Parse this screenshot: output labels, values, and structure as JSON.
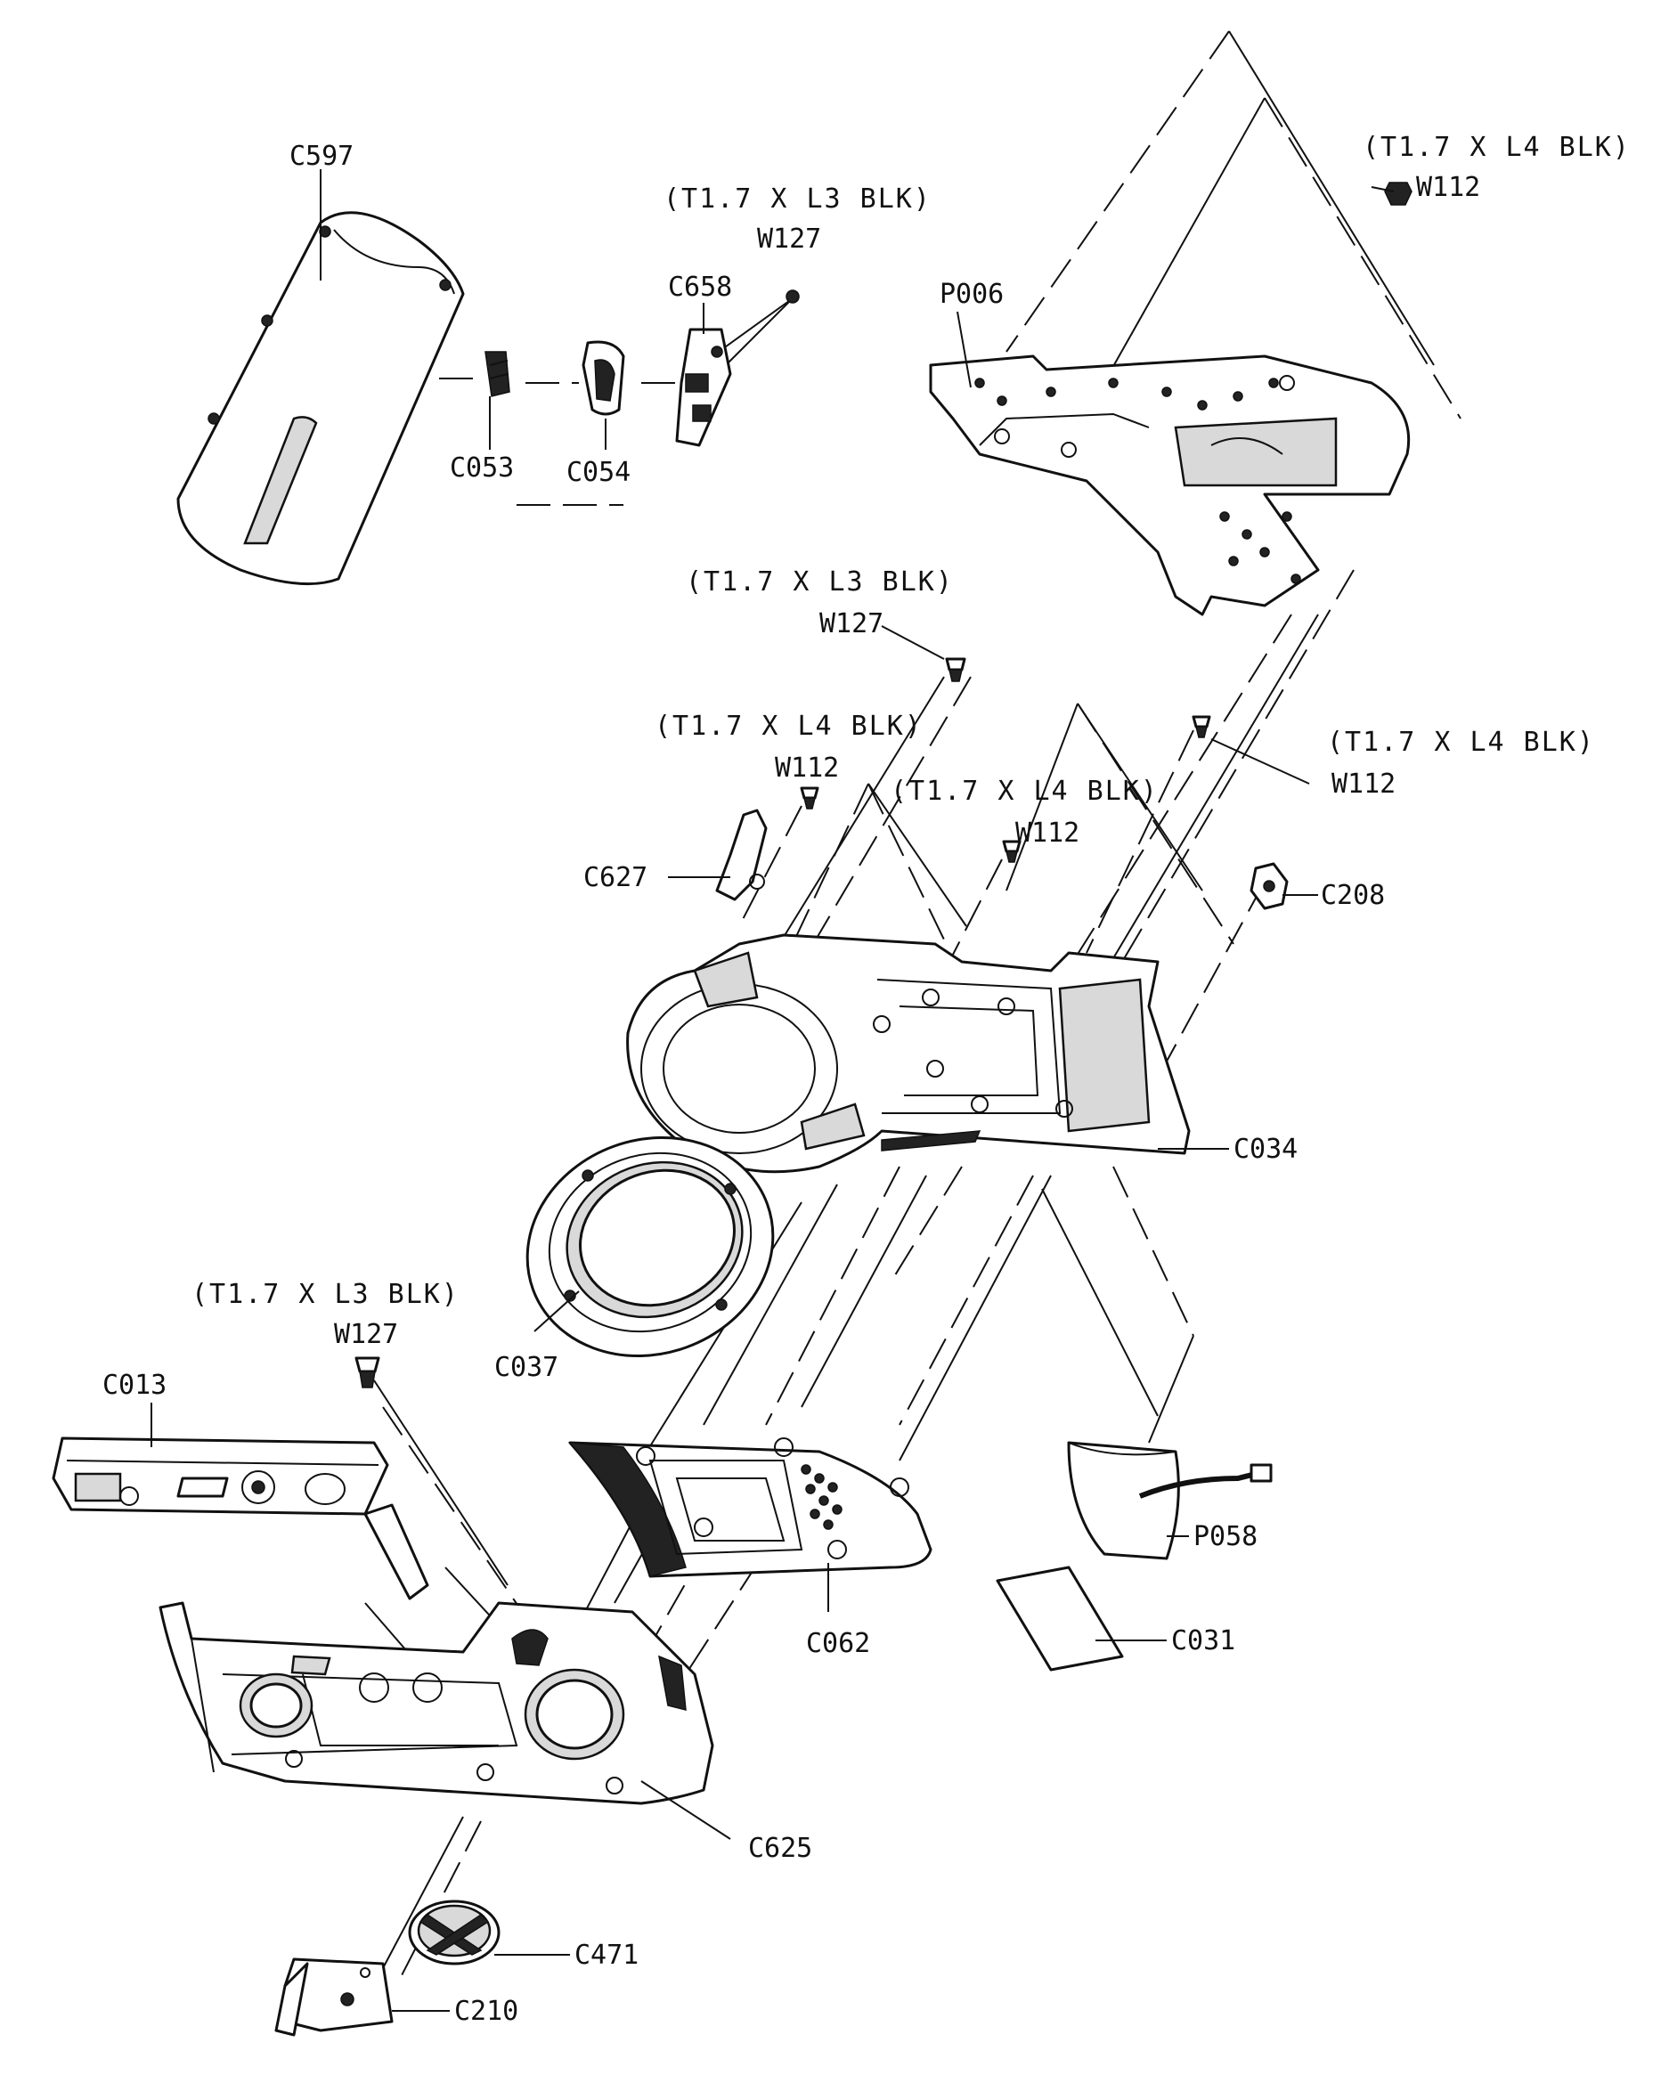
{
  "parts": {
    "c597": "C597",
    "c053": "C053",
    "c054": "C054",
    "c658": "C658",
    "p006": "P006",
    "c627": "C627",
    "c208": "C208",
    "c034": "C034",
    "c037": "C037",
    "c013": "C013",
    "c062": "C062",
    "p058": "P058",
    "c031": "C031",
    "c625": "C625",
    "c471": "C471",
    "c210": "C210"
  },
  "screws": [
    {
      "code": "W127",
      "spec": "(T1.7 X L3 BLK)"
    },
    {
      "code": "W112",
      "spec": "(T1.7 X L4 BLK)"
    },
    {
      "code": "W127",
      "spec": "(T1.7 X L3 BLK)"
    },
    {
      "code": "W112",
      "spec": "(T1.7 X L4 BLK)"
    },
    {
      "code": "W112",
      "spec": "(T1.7 X L4 BLK)"
    },
    {
      "code": "W112",
      "spec": "(T1.7 X L4 BLK)"
    },
    {
      "code": "W127",
      "spec": "(T1.7 X L3 BLK)"
    }
  ]
}
